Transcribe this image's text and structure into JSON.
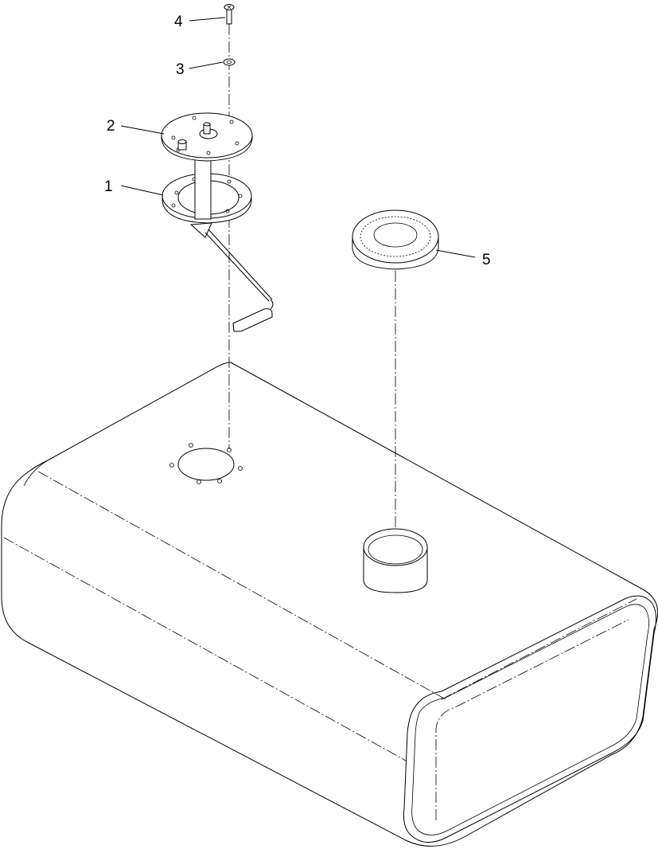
{
  "callouts": [
    {
      "id": "callout-4",
      "label": "4"
    },
    {
      "id": "callout-3",
      "label": "3"
    },
    {
      "id": "callout-2",
      "label": "2"
    },
    {
      "id": "callout-1",
      "label": "1"
    },
    {
      "id": "callout-5",
      "label": "5"
    }
  ],
  "colors": {
    "line": "#000000",
    "background": "#ffffff"
  }
}
